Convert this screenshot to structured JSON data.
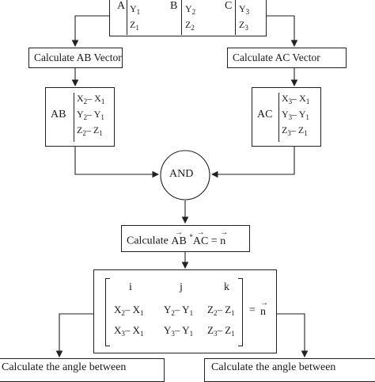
{
  "points": {
    "A": {
      "name": "A",
      "y": "Y",
      "y_sub": "1",
      "z": "Z",
      "z_sub": "1"
    },
    "B": {
      "name": "B",
      "y": "Y",
      "y_sub": "2",
      "z": "Z",
      "z_sub": "2"
    },
    "C": {
      "name": "C",
      "y": "Y",
      "y_sub": "3",
      "z": "Z",
      "z_sub": "3"
    }
  },
  "steps": {
    "ab_vector": "Calculate AB Vector",
    "ac_vector": "Calculate AC Vector",
    "and": "AND",
    "cross_prefix": "Calculate",
    "cross_ab": "AB",
    "cross_star": "*",
    "cross_ac": "AC",
    "cross_eq": "=",
    "cross_n": "n",
    "angle_left": "Calculate the angle between",
    "angle_right": "Calculate the angle between"
  },
  "ab_box": {
    "label": "AB",
    "rows": [
      {
        "a": "X",
        "a_sub": "2",
        "op": "–",
        "b": "X",
        "b_sub": "1"
      },
      {
        "a": "Y",
        "a_sub": "2",
        "op": "–",
        "b": "Y",
        "b_sub": "1"
      },
      {
        "a": "Z",
        "a_sub": "2",
        "op": "–",
        "b": "Z",
        "b_sub": "1"
      }
    ]
  },
  "ac_box": {
    "label": "AC",
    "rows": [
      {
        "a": "X",
        "a_sub": "3",
        "op": "–",
        "b": "X",
        "b_sub": "1"
      },
      {
        "a": "Y",
        "a_sub": "3",
        "op": "–",
        "b": "Y",
        "b_sub": "1"
      },
      {
        "a": "Z",
        "a_sub": "3",
        "op": "–",
        "b": "Z",
        "b_sub": "1"
      }
    ]
  },
  "matrix": {
    "headers": [
      "i",
      "j",
      "k"
    ],
    "row2": [
      {
        "a": "X",
        "a_sub": "2",
        "op": "–",
        "b": "X",
        "b_sub": "1"
      },
      {
        "a": "Y",
        "a_sub": "2",
        "op": "–",
        "b": "Y",
        "b_sub": "1"
      },
      {
        "a": "Z",
        "a_sub": "2",
        "op": "–",
        "b": "Z",
        "b_sub": "1"
      }
    ],
    "row3": [
      {
        "a": "X",
        "a_sub": "3",
        "op": "–",
        "b": "X",
        "b_sub": "1"
      },
      {
        "a": "Y",
        "a_sub": "3",
        "op": "–",
        "b": "Y",
        "b_sub": "1"
      },
      {
        "a": "Z",
        "a_sub": "3",
        "op": "–",
        "b": "Z",
        "b_sub": "1"
      }
    ],
    "eq": "=",
    "n": "n"
  }
}
